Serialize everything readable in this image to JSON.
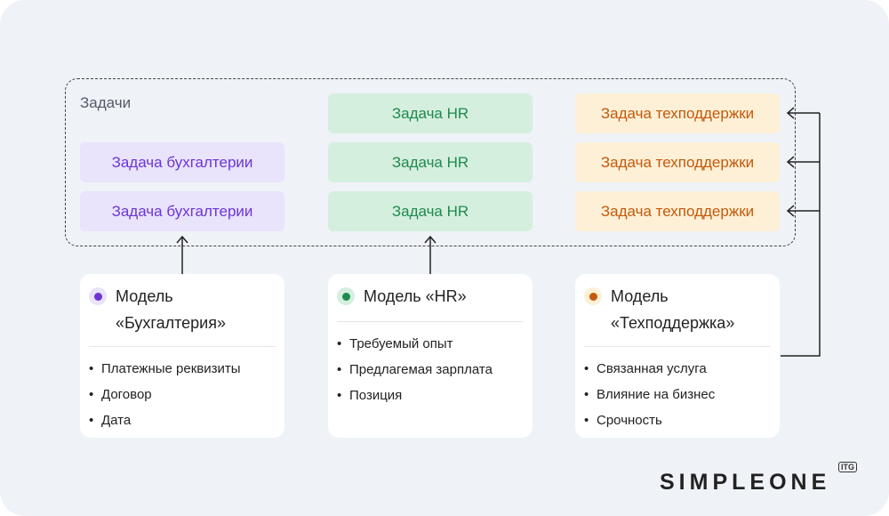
{
  "group_label": "Задачи",
  "tasks": {
    "accounting": [
      "Задача бухгалтерии",
      "Задача бухгалтерии"
    ],
    "hr": [
      "Задача HR",
      "Задача HR",
      "Задача HR"
    ],
    "support": [
      "Задача техподдержки",
      "Задача техподдержки",
      "Задача техподдержки"
    ]
  },
  "models": [
    {
      "title_line1": "Модель",
      "title_line2": "«Бухгалтерия»",
      "items": [
        "Платежные реквизиты",
        "Договор",
        "Дата"
      ],
      "color": "#6b35d9"
    },
    {
      "title_line1": "Модель «HR»",
      "items": [
        "Требуемый опыт",
        "Предлагемая зарплата",
        "Позиция"
      ],
      "color": "#1f8a4c"
    },
    {
      "title_line1": "Модель",
      "title_line2": "«Техподдержка»",
      "items": [
        "Связанная услуга",
        "Влияние на бизнес",
        "Срочность"
      ],
      "color": "#c5580a"
    }
  ],
  "logo": {
    "text": "SIMPLEONE",
    "badge": "ITG"
  }
}
